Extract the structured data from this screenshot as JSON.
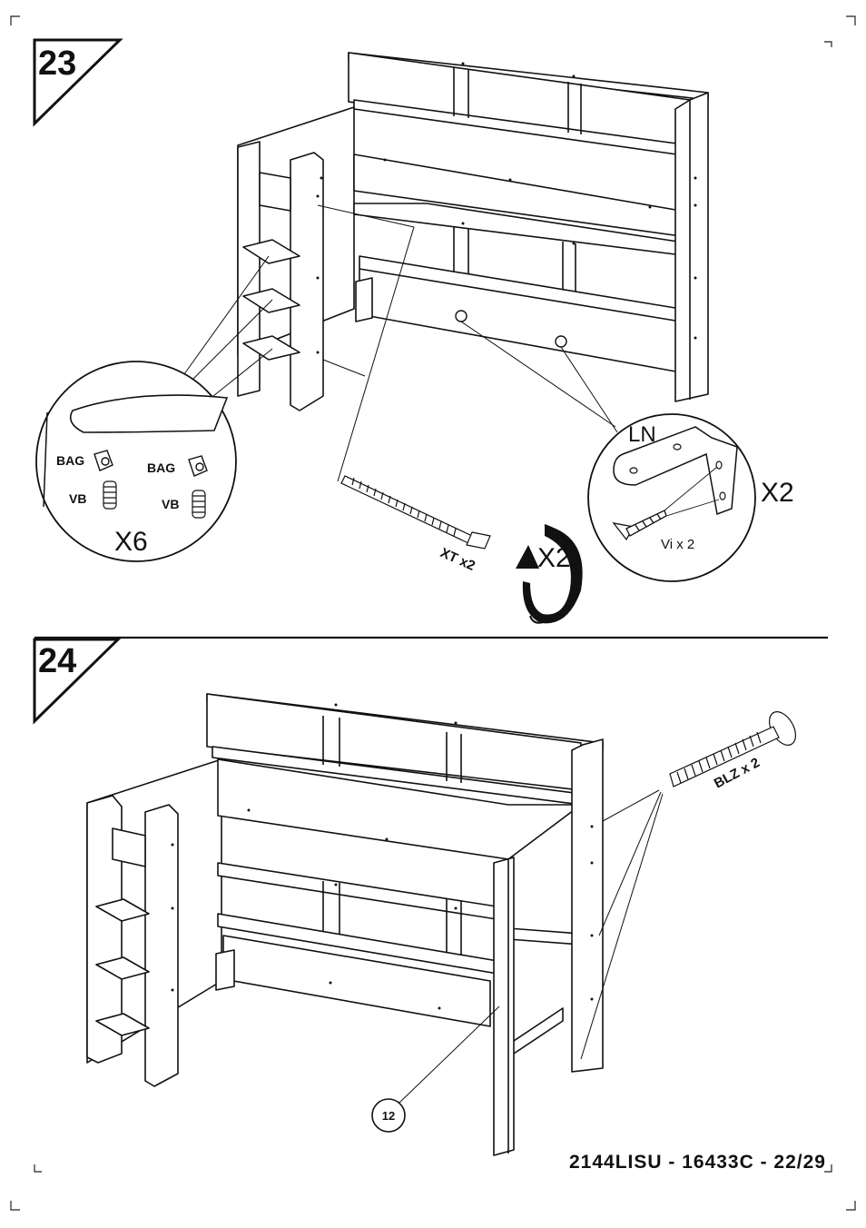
{
  "step23": {
    "number": "23",
    "hardware_detail": {
      "bag_label": "BAG",
      "vb_label": "VB",
      "count": "X6"
    },
    "bracket_detail": {
      "part_label": "LN",
      "screw_label": "Vi  x  2",
      "count": "X2"
    },
    "rod_label": "XT x2",
    "rotate_label": "X2"
  },
  "step24": {
    "number": "24",
    "bolt_label": "BLZ x 2",
    "part_callout": "12"
  },
  "footer": {
    "reference": "2144LISU  -  16433C  -  22/29"
  }
}
